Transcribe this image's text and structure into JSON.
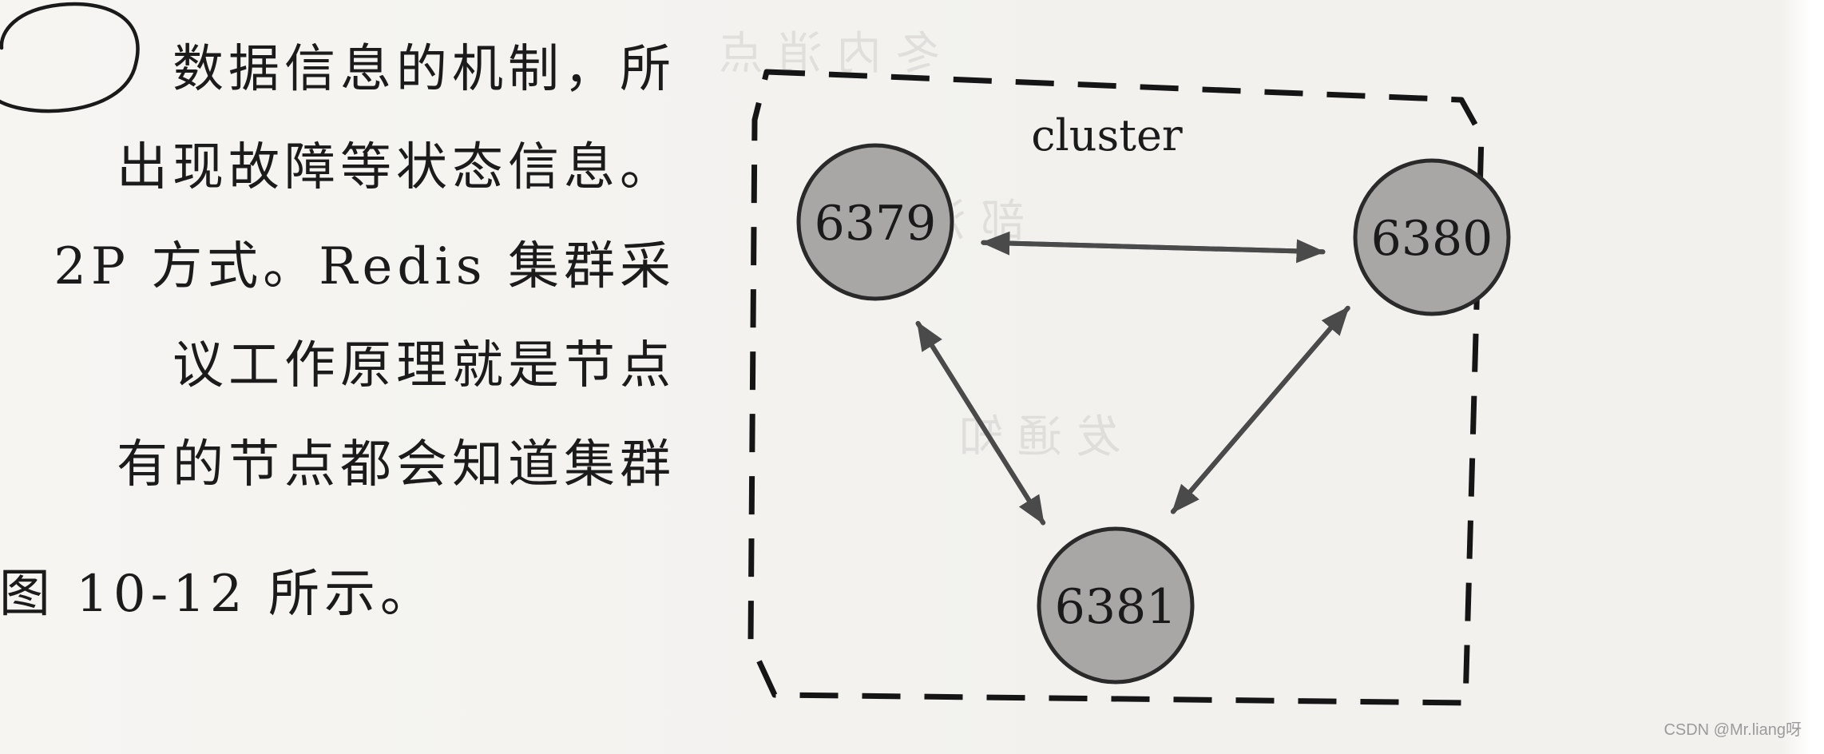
{
  "page_text": {
    "lines": [
      "数据信息的机制，所",
      "出现故障等状态信息。",
      "2P 方式。Redis 集群采",
      "议工作原理就是节点",
      "有的节点都会知道集群",
      "图 10-12 所示。"
    ]
  },
  "diagram": {
    "title": "cluster",
    "nodes": [
      {
        "id": "a",
        "label": "6379"
      },
      {
        "id": "b",
        "label": "6380"
      },
      {
        "id": "c",
        "label": "6381"
      }
    ],
    "edges": [
      [
        "a",
        "b"
      ],
      [
        "b",
        "a"
      ],
      [
        "a",
        "c"
      ],
      [
        "c",
        "a"
      ],
      [
        "b",
        "c"
      ],
      [
        "c",
        "b"
      ]
    ],
    "colors": {
      "node_fill": "#a9a7a5",
      "node_stroke": "#2a2a2a",
      "arrow": "#4a4a4a",
      "border": "#151515"
    }
  },
  "watermark": "CSDN @Mr.liang呀"
}
